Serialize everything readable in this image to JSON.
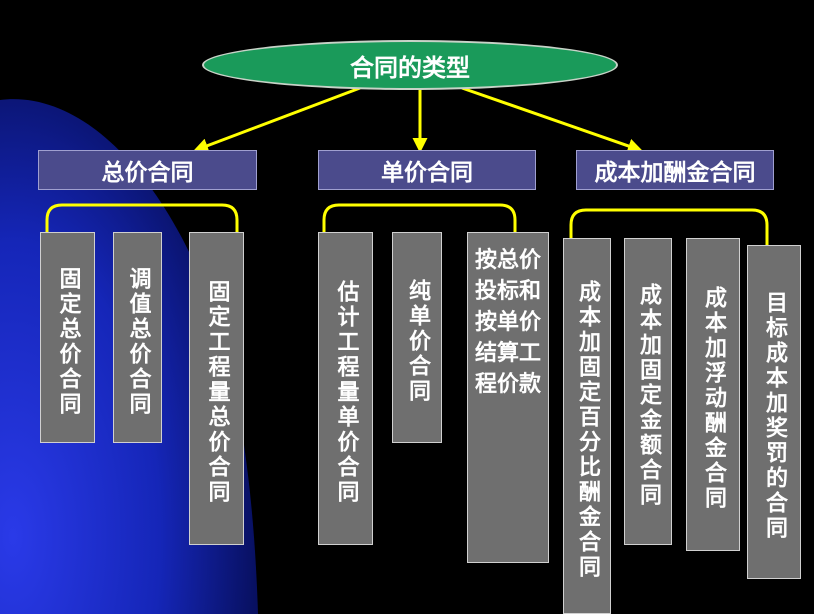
{
  "colors": {
    "background": "#000000",
    "blue_shape": "#1a2fd0",
    "root_fill": "#1a9a5a",
    "category_fill": "#4b4b8c",
    "leaf_fill": "#6f6f6f",
    "connector": "#ffff00"
  },
  "root": {
    "label": "合同的类型"
  },
  "categories": [
    {
      "label": "总价合同",
      "children": [
        "固定总价合同",
        "调值总价合同",
        "固定工程量总价合同"
      ]
    },
    {
      "label": "单价合同",
      "children": [
        "估计工程量单价合同",
        "纯单价合同",
        "按总价投标和按单价结算工程价款"
      ]
    },
    {
      "label": "成本加酬金合同",
      "children": [
        "成本加固定百分比酬金合同",
        "成本加固定金额合同",
        "成本加浮动酬金合同",
        "目标成本加奖罚的合同"
      ]
    }
  ]
}
